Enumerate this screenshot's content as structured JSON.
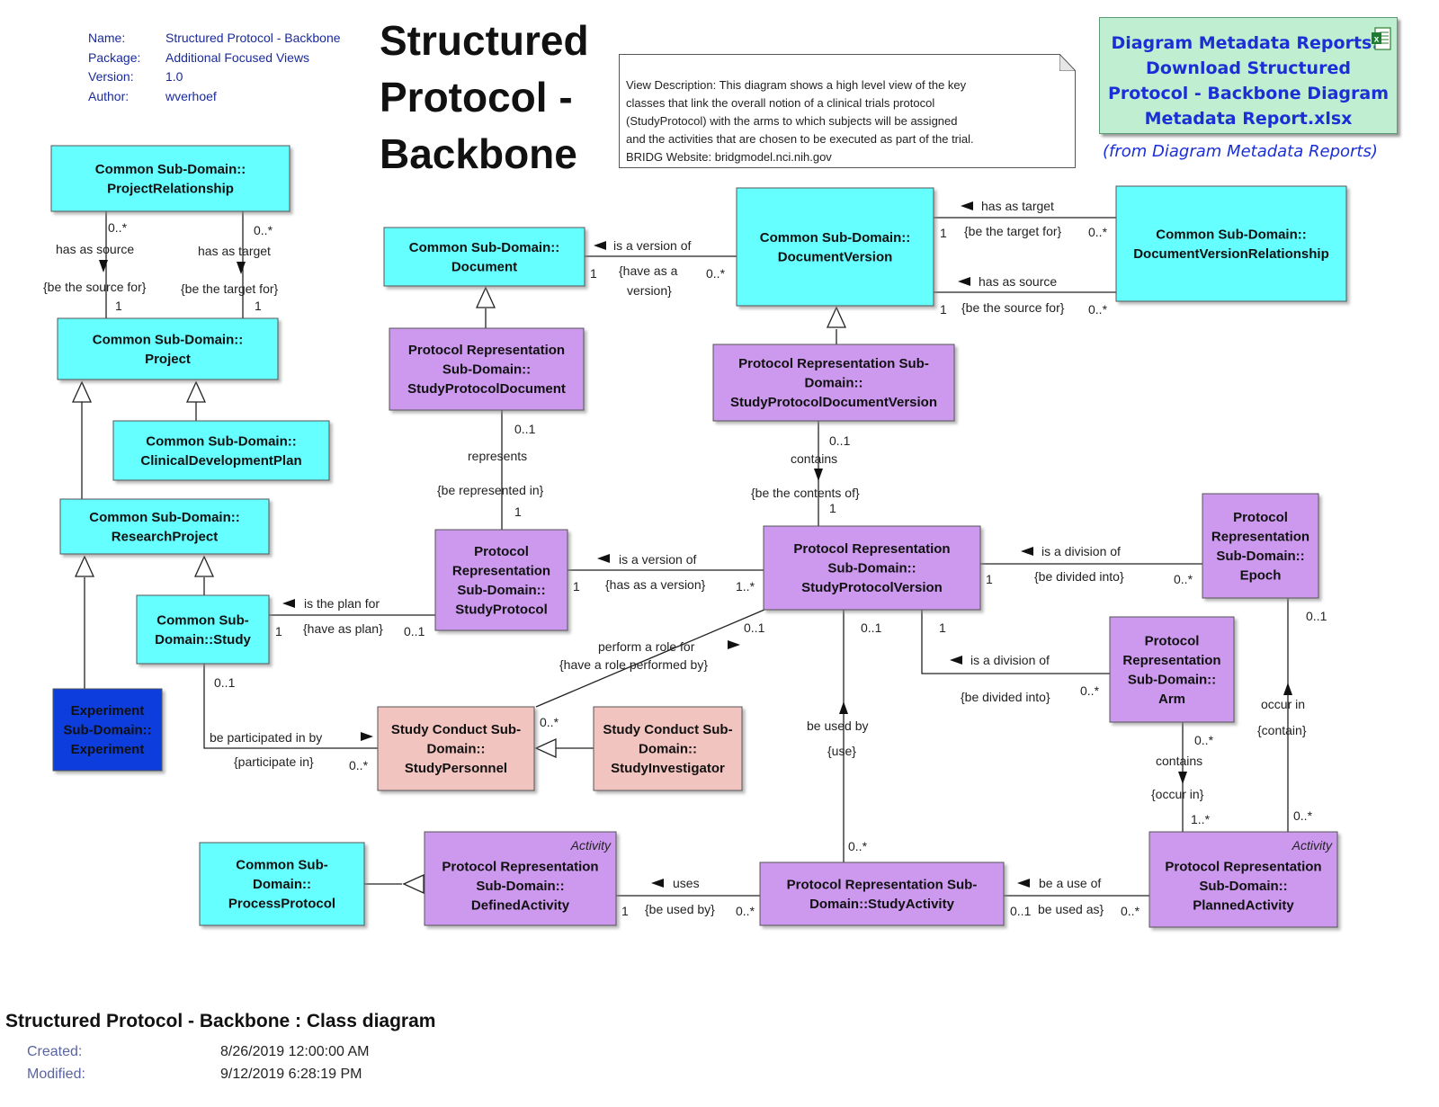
{
  "header": {
    "name_label": "Name:",
    "name_value": "Structured Protocol - Backbone",
    "package_label": "Package:",
    "package_value": "Additional Focused Views",
    "version_label": "Version:",
    "version_value": "1.0",
    "author_label": "Author:",
    "author_value": "wverhoef"
  },
  "diagram_title": "Structured Protocol - Backbone",
  "note": {
    "line1": "View Description:  This diagram shows a high level view of the key",
    "line2": "classes that link the overall notion of a clinical trials protocol",
    "line3": "(StudyProtocol) with the arms to which subjects will be assigned",
    "line4": "and the activities that are chosen to be executed as part of the trial.",
    "line5": "BRIDG Website:  bridgmodel.nci.nih.gov"
  },
  "report": {
    "line1": "Diagram Metadata Reports::",
    "line2": "Download Structured",
    "line3": "Protocol - Backbone Diagram",
    "line4": "Metadata Report.xlsx",
    "from": "(from Diagram Metadata Reports)",
    "icon": "excel-file-icon"
  },
  "colors": {
    "common": "#66ffff",
    "protocol": "#cc99ee",
    "conduct": "#f2c4c0",
    "experiment": "#0a3cdc",
    "report": "#bfeed0"
  },
  "classes": [
    {
      "id": "project-relationship",
      "kind": "common",
      "lines": [
        "Common Sub-Domain::",
        "ProjectRelationship"
      ]
    },
    {
      "id": "project",
      "kind": "common",
      "lines": [
        "Common Sub-Domain::",
        "Project"
      ]
    },
    {
      "id": "clinical-development-plan",
      "kind": "common",
      "lines": [
        "Common Sub-Domain::",
        "ClinicalDevelopmentPlan"
      ]
    },
    {
      "id": "research-project",
      "kind": "common",
      "lines": [
        "Common Sub-Domain::",
        "ResearchProject"
      ]
    },
    {
      "id": "study",
      "kind": "common",
      "lines": [
        "Common Sub-",
        "Domain::Study"
      ]
    },
    {
      "id": "experiment",
      "kind": "experiment",
      "lines": [
        "Experiment",
        "Sub-Domain::",
        "Experiment"
      ]
    },
    {
      "id": "document",
      "kind": "common",
      "lines": [
        "Common Sub-Domain::",
        "Document"
      ]
    },
    {
      "id": "study-protocol-document",
      "kind": "protocol",
      "lines": [
        "Protocol Representation",
        "Sub-Domain::",
        "StudyProtocolDocument"
      ]
    },
    {
      "id": "document-version",
      "kind": "common",
      "lines": [
        "Common Sub-Domain::",
        "DocumentVersion"
      ]
    },
    {
      "id": "document-version-relationship",
      "kind": "common",
      "lines": [
        "Common Sub-Domain::",
        "DocumentVersionRelationship"
      ]
    },
    {
      "id": "study-protocol-document-version",
      "kind": "protocol",
      "lines": [
        "Protocol Representation Sub-",
        "Domain::",
        "StudyProtocolDocumentVersion"
      ]
    },
    {
      "id": "study-protocol",
      "kind": "protocol",
      "lines": [
        "Protocol",
        "Representation",
        "Sub-Domain::",
        "StudyProtocol"
      ]
    },
    {
      "id": "study-protocol-version",
      "kind": "protocol",
      "lines": [
        "Protocol Representation",
        "Sub-Domain::",
        "StudyProtocolVersion"
      ]
    },
    {
      "id": "epoch",
      "kind": "protocol",
      "lines": [
        "Protocol",
        "Representation",
        "Sub-Domain::",
        "Epoch"
      ]
    },
    {
      "id": "arm",
      "kind": "protocol",
      "lines": [
        "Protocol",
        "Representation",
        "Sub-Domain::",
        "Arm"
      ]
    },
    {
      "id": "study-personnel",
      "kind": "conduct",
      "lines": [
        "Study Conduct Sub-",
        "Domain::",
        "StudyPersonnel"
      ]
    },
    {
      "id": "study-investigator",
      "kind": "conduct",
      "lines": [
        "Study Conduct Sub-",
        "Domain::",
        "StudyInvestigator"
      ]
    },
    {
      "id": "process-protocol",
      "kind": "common",
      "lines": [
        "Common Sub-",
        "Domain::",
        "ProcessProtocol"
      ]
    },
    {
      "id": "defined-activity",
      "kind": "protocol",
      "stereotype": "Activity",
      "lines": [
        "Protocol Representation",
        "Sub-Domain::",
        "DefinedActivity"
      ]
    },
    {
      "id": "study-activity",
      "kind": "protocol",
      "lines": [
        "Protocol Representation Sub-",
        "Domain::StudyActivity"
      ]
    },
    {
      "id": "planned-activity",
      "kind": "protocol",
      "stereotype": "Activity",
      "lines": [
        "Protocol Representation",
        "Sub-Domain::",
        "PlannedActivity"
      ]
    }
  ],
  "labels": [
    "0..*",
    "has as source",
    "{be the source for}",
    "1",
    "0..*",
    "has as target",
    "{be the target for}",
    "1",
    "is a version of",
    "1",
    "{have as a",
    "version}",
    "0..*",
    "has as target",
    "1",
    "{be the target for}",
    "0..*",
    "has as source",
    "1",
    "{be the source for}",
    "0..*",
    "0..1",
    "represents",
    "{be represented in}",
    "1",
    "0..1",
    "contains",
    "{be the contents of}",
    "1",
    "is the plan for",
    "1",
    "{have as plan}",
    "0..1",
    "is a version of",
    "1",
    "{has as a version}",
    "1..*",
    "is a division of",
    "1",
    "{be divided into}",
    "0..*",
    "0..1",
    "perform a role for",
    "{have a role performed by}",
    "0..1",
    "1",
    "is a division of",
    "{be divided into}",
    "0..*",
    "0..1",
    "be participated in by",
    "{participate in}",
    "0..*",
    "0..*",
    "be used by",
    "{use}",
    "0..*",
    "0..1",
    "occur in",
    "{contain}",
    "0..*",
    "0..*",
    "contains",
    "{occur in}",
    "1..*",
    "uses",
    "1",
    "{be used by}",
    "0..*",
    "be a use of",
    "0..1",
    "be used as}",
    "0..*"
  ],
  "footer": {
    "title": "Structured Protocol - Backbone : Class diagram",
    "created_label": "Created:",
    "created_value": "8/26/2019 12:00:00 AM",
    "modified_label": "Modified:",
    "modified_value": "9/12/2019 6:28:19 PM"
  }
}
